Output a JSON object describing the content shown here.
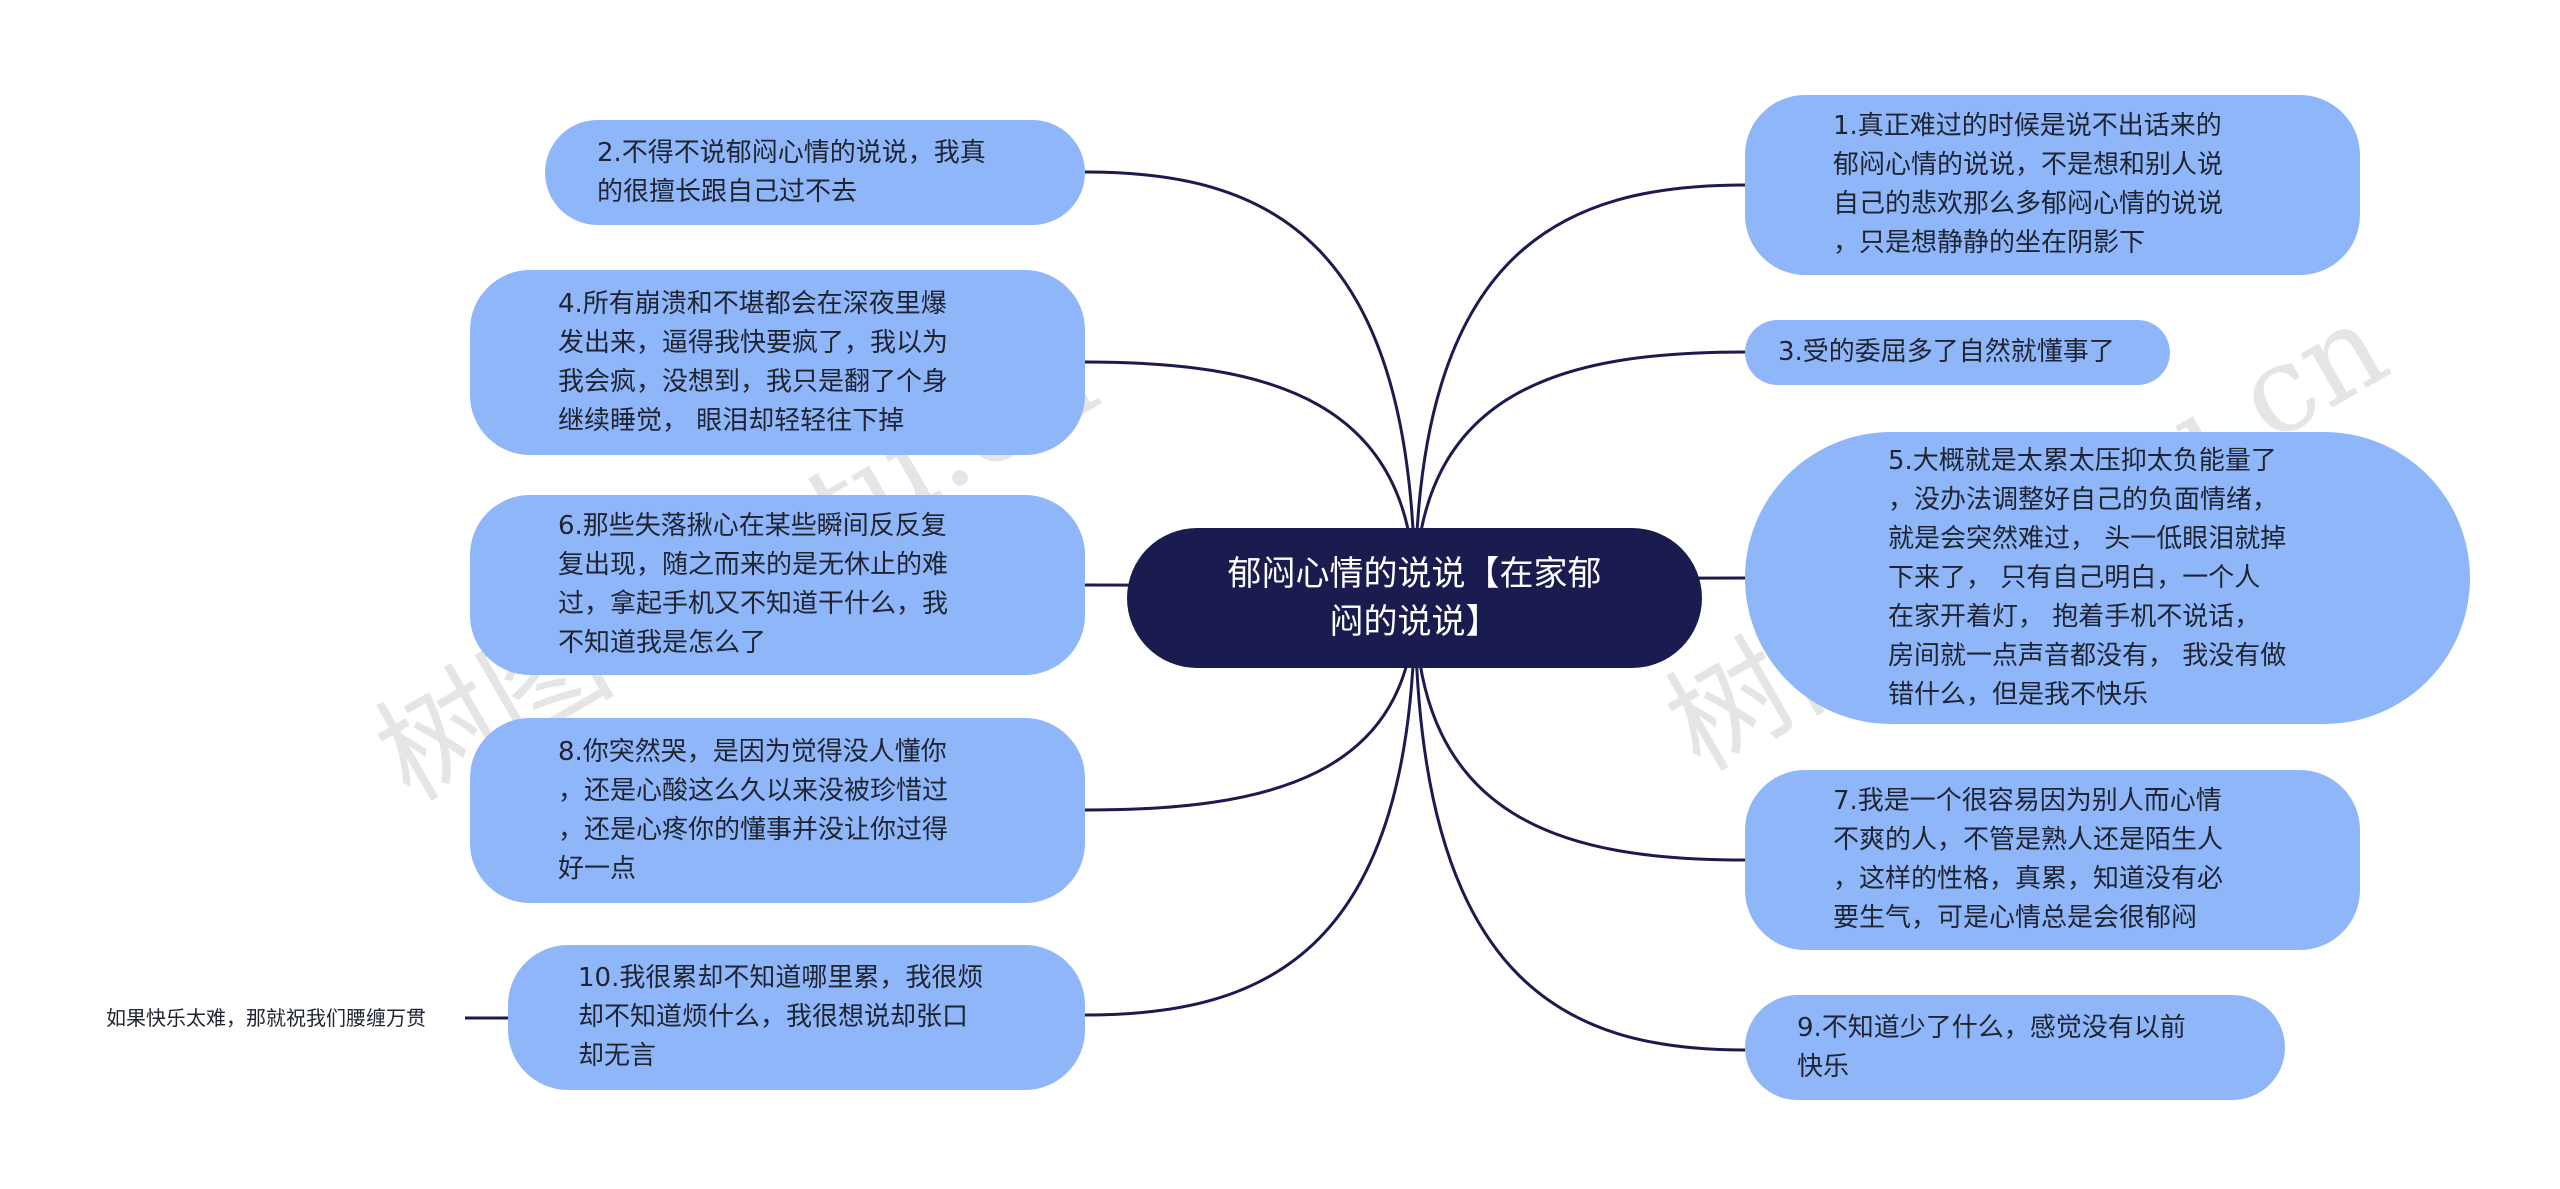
{
  "center": {
    "text": "郁闷心情的说说【在家郁\n闷的说说】"
  },
  "left": [
    {
      "id": "n2",
      "text": "2.不得不说郁闷心情的说说，我真\n的很擅长跟自己过不去"
    },
    {
      "id": "n4",
      "text": "4.所有崩溃和不堪都会在深夜里爆\n发出来，逼得我快要疯了，我以为\n我会疯，没想到，我只是翻了个身\n继续睡觉，  眼泪却轻轻往下掉"
    },
    {
      "id": "n6",
      "text": "6.那些失落揪心在某些瞬间反反复\n复出现，随之而来的是无休止的难\n过，拿起手机又不知道干什么，我\n不知道我是怎么了"
    },
    {
      "id": "n8",
      "text": "8.你突然哭，是因为觉得没人懂你\n，还是心酸这么久以来没被珍惜过\n，还是心疼你的懂事并没让你过得\n好一点"
    },
    {
      "id": "n10",
      "text": "10.我很累却不知道哪里累，我很烦\n却不知道烦什么，我很想说却张口\n却无言"
    }
  ],
  "right": [
    {
      "id": "n1",
      "text": "1.真正难过的时候是说不出话来的\n郁闷心情的说说，不是想和别人说\n自己的悲欢那么多郁闷心情的说说\n，只是想静静的坐在阴影下"
    },
    {
      "id": "n3",
      "text": "3.受的委屈多了自然就懂事了"
    },
    {
      "id": "n5",
      "text": "5.大概就是太累太压抑太负能量了\n，没办法调整好自己的负面情绪，\n就是会突然难过，  头一低眼泪就掉\n下来了，  只有自己明白，一个人\n在家开着灯，  抱着手机不说话，\n房间就一点声音都没有，  我没有做\n错什么，但是我不快乐"
    },
    {
      "id": "n7",
      "text": "7.我是一个很容易因为别人而心情\n不爽的人，不管是熟人还是陌生人\n，这样的性格，真累，知道没有必\n要生气，可是心情总是会很郁闷"
    },
    {
      "id": "n9",
      "text": "9.不知道少了什么，感觉没有以前\n快乐"
    }
  ],
  "leaf": {
    "text": "如果快乐太难，那就祝我们腰缠万贯"
  },
  "watermarks": [
    "树图 shutu.cn",
    "树图 shutu.cn"
  ],
  "colors": {
    "node_fill": "#8fb6f9",
    "center_fill": "#1a1b4f",
    "edge": "#1a1b4f",
    "text": "#1f2430"
  }
}
